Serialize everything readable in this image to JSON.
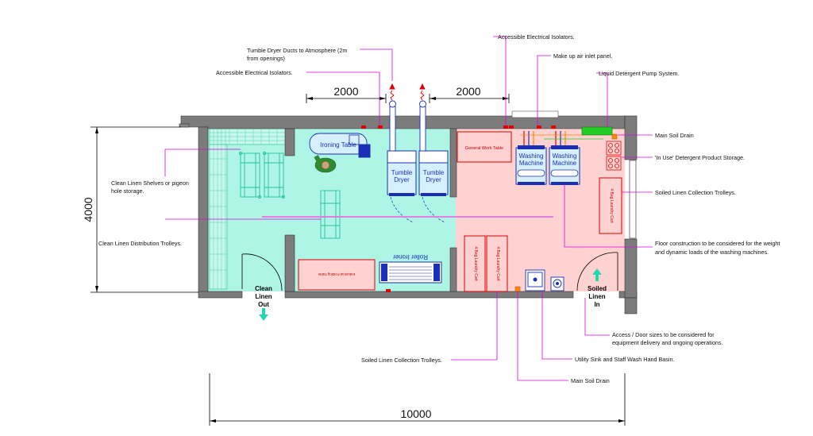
{
  "dimensions": {
    "top_left": "2000",
    "top_right": "2000",
    "left_height": "4000",
    "bottom_length": "10000"
  },
  "doors": {
    "clean": [
      "Clean",
      "Linen",
      "Out"
    ],
    "soiled": [
      "Soiled",
      "Linen",
      "In"
    ]
  },
  "equipment": {
    "ironing_table": "Ironing Table",
    "tumble_dryer_1": [
      "Tumble",
      "Dryer"
    ],
    "tumble_dryer_2": [
      "Tumble",
      "Dryer"
    ],
    "general_work_table": "General Work Table",
    "washing_machine_1": [
      "Washing",
      "Machine"
    ],
    "washing_machine_2": [
      "Washing",
      "Machine"
    ],
    "roller_ironer": "Roller Ironer",
    "folding_table": "Industrial Folding Table",
    "cart_right": "4 Bag Laundry Cart",
    "cart_mid_1": "4 Bag Laundry Cart",
    "cart_mid_2": "4 Bag Laundry Cart"
  },
  "labels": {
    "tumble_ducts": [
      "Tumble Dryer Ducts to Atmosphere (2m",
      "from openings)"
    ],
    "isolators_left": "Accessible Electrical Isolators.",
    "isolators_top": "Accessible Electrical Isolators.",
    "make_up_air": "Make up air inlet panel.",
    "liquid_detergent": "Liquid Detergent Pump System.",
    "main_soil_drain_right": "Main Soil Drain",
    "in_use_detergent": "'In Use' Detergent Product Storage.",
    "soiled_trolleys_right": "Soiled Linen Collection Trolleys.",
    "floor_construction": [
      "Floor construction to be considered for the weight",
      "and dynamic loads of the washing machines."
    ],
    "access_door": [
      "Access / Door sizes to be considered for",
      "equipment delivery and ongoing operations."
    ],
    "utility_sink": "Utility Sink and Staff Wash Hand Basin.",
    "main_soil_drain_bottom": "Main Soil Drain",
    "soiled_trolleys_bottom": "Soiled Linen Collection Trolleys.",
    "clean_shelves": [
      "Clean Linen Shelves or pigeon",
      "hole storage."
    ],
    "clean_distribution": "Clean Linen Distribution Trolleys."
  },
  "colors": {
    "clean_zone": "#aef5e6",
    "soiled_zone": "#ffd2d2",
    "wall": "#7c7c7c",
    "leader": "#e000e0",
    "equipment_blue": "#1a2fb5",
    "equipment_red": "#e00000",
    "detergent_green": "#22cc22",
    "arrow_teal": "#22d6b0"
  }
}
